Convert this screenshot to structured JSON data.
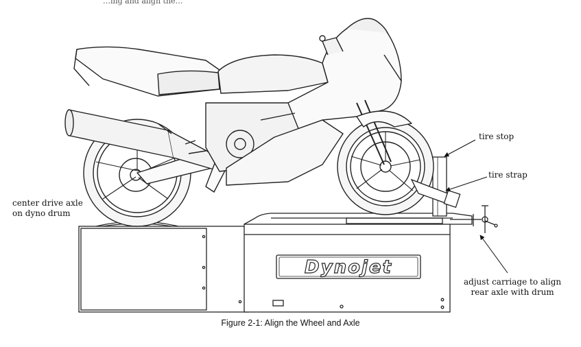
{
  "header_fragment": "…ing and align the…",
  "brand": "Dynojet",
  "labels": {
    "tire_stop": "tire stop",
    "tire_strap": "tire strap",
    "center_drive": [
      "center drive axle",
      "on dyno drum"
    ],
    "adjust_carriage": [
      "adjust carriage to align",
      "rear axle with drum"
    ]
  },
  "caption": "Figure 2-1: Align the Wheel and Axle"
}
